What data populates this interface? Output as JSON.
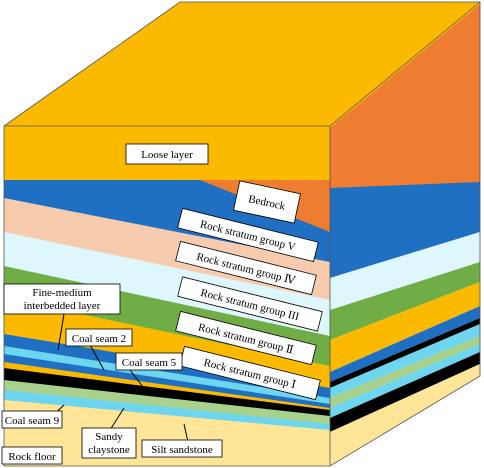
{
  "diagram": {
    "labels": {
      "loose_layer": "Loose layer",
      "bedrock": "Bedrock",
      "rock_group_5": "Rock stratum group V",
      "rock_group_4": "Rock stratum group Ⅳ",
      "rock_group_3": "Rock stratum group III",
      "rock_group_2": "Rock stratum group Ⅱ",
      "rock_group_1": "Rock stratum group Ⅰ",
      "fine_medium_line1": "Fine-medium",
      "fine_medium_line2": "interbedded layer",
      "coal_seam_2": "Coal seam 2",
      "coal_seam_5": "Coal seam 5",
      "coal_seam_9": "Coal seam 9",
      "sandy_claystone_line1": "Sandy",
      "sandy_claystone_line2": "claystone",
      "silt_sandstone": "Silt sandstone",
      "rock_floor": "Rock floor"
    },
    "colors": {
      "loose_layer": "#FBBA00",
      "bedrock": "#EE7C31",
      "rock_group_5_blue": "#1F6FC2",
      "rock_group_4_pink": "#F7CBAD",
      "rock_group_3_light": "#DEF7FC",
      "rock_group_2_green": "#70AD47",
      "rock_group_1_yellow": "#FBBA00",
      "coal_black": "#000000",
      "cyan": "#6DD6EE",
      "sage": "#A9D18E",
      "pale_yellow": "#FFE597",
      "white": "#FFFFFF"
    }
  }
}
